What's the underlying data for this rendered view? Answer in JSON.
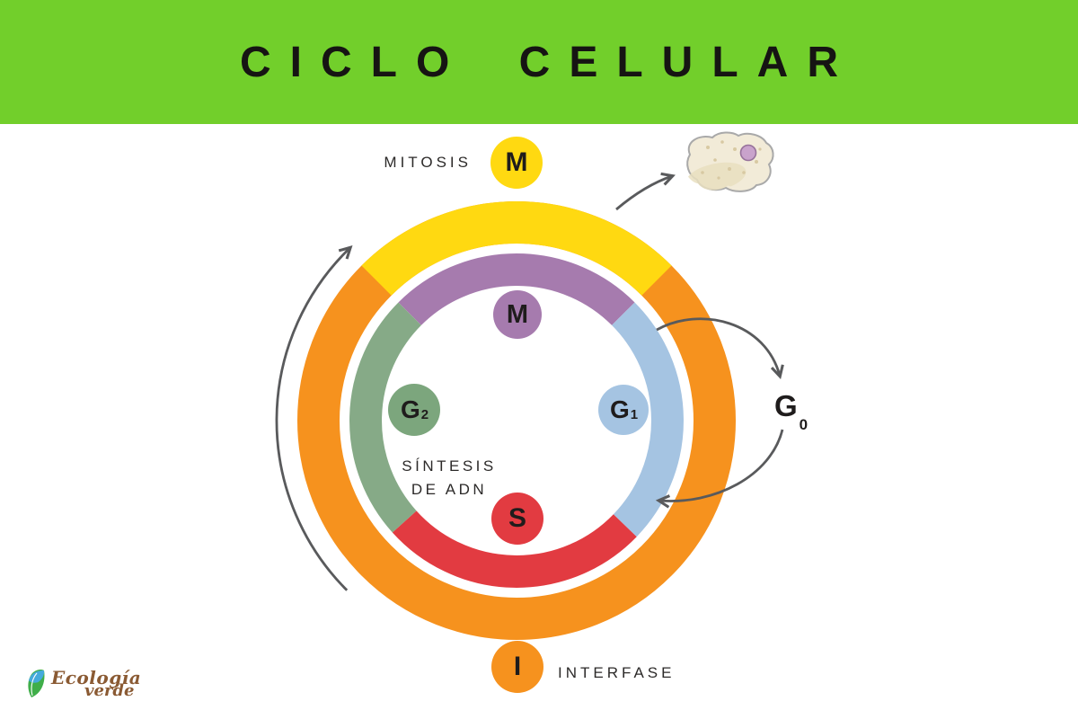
{
  "header": {
    "title": "CICLO CELULAR",
    "bg_color": "#72CF2B"
  },
  "diagram": {
    "colors": {
      "orange": "#F6921E",
      "yellow": "#FFD911",
      "purple": "#A67BAE",
      "blue": "#A5C4E2",
      "red": "#E23B41",
      "green": "#86AA87",
      "badge_green": "#7CA67D",
      "arrow_gray": "#595A5C",
      "cell_fill": "#F2EBD8",
      "cell_shade": "#E9DFC0",
      "cell_outline": "#A9A9A9",
      "cell_dot": "#D8C9A2",
      "nucleus_fill": "#C9A3CC",
      "nucleus_outline": "#97729B"
    },
    "labels": {
      "mitosis": "MITOSIS",
      "interfase": "INTERFASE",
      "sintesis_line1": "SÍNTESIS",
      "sintesis_line2": "DE ADN"
    },
    "badges": {
      "m_top": {
        "letter": "M"
      },
      "m_inner": {
        "letter": "M"
      },
      "g1": {
        "letter": "G",
        "sub": "1"
      },
      "g2": {
        "letter": "G",
        "sub": "2"
      },
      "s": {
        "letter": "S"
      },
      "i": {
        "letter": "I"
      },
      "g0": {
        "letter": "G",
        "sub": "0"
      }
    }
  },
  "logo": {
    "line1": "Ecología",
    "line2": "verde",
    "text_color": "#8a5a33",
    "leaf_blue": "#45AADC",
    "leaf_green": "#3FAE49"
  }
}
